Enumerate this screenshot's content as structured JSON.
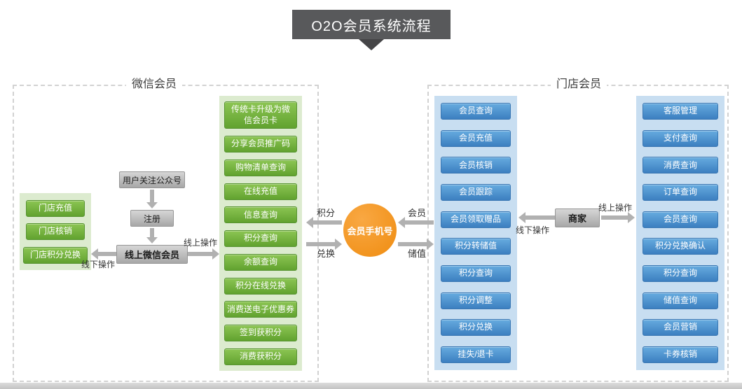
{
  "page": {
    "title": "O2O会员系统流程"
  },
  "colors": {
    "banner_gray": "#58595b",
    "green_button": "#6fb13c",
    "green_panel": "#dcebcf",
    "blue_button": "#4f97d2",
    "blue_panel": "#c8def1",
    "orange_hub": "#f6921e",
    "arrow_gray": "#b1b1b1"
  },
  "hub": {
    "label": "会员手机号",
    "left_top": "积分",
    "left_bottom": "兑换",
    "right_top": "会员",
    "right_bottom": "储值"
  },
  "wechat": {
    "section_label": "微信会员",
    "offline_panel": [
      "门店充值",
      "门店核销",
      "门店积分兑换"
    ],
    "follow": "用户关注公众号",
    "register": "注册",
    "online_member": "线上微信会员",
    "offline_op": "线下操作",
    "online_op": "线上操作",
    "features": [
      "传统卡升级为微信会员卡",
      "分享会员推广码",
      "购物清单查询",
      "在线充值",
      "信息查询",
      "积分查询",
      "余额查询",
      "积分在线兑换",
      "消费送电子优惠券",
      "签到获积分",
      "消费获积分"
    ]
  },
  "store": {
    "section_label": "门店会员",
    "merchant": "商家",
    "offline_op": "线下操作",
    "online_op": "线上操作",
    "member_ops": [
      "会员查询",
      "会员充值",
      "会员核销",
      "会员跟踪",
      "会员领取赠品",
      "积分转储值",
      "积分查询",
      "积分调整",
      "积分兑换",
      "挂失/退卡"
    ],
    "online_ops": [
      "客服管理",
      "支付查询",
      "消费查询",
      "订单查询",
      "会员查询",
      "积分兑换确认",
      "积分查询",
      "储值查询",
      "会员营销",
      "卡券核销"
    ]
  }
}
